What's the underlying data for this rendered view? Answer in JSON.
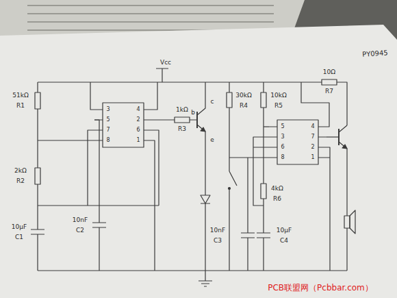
{
  "diagram": {
    "labels": [
      "Vcc",
      "PY0945",
      "51kΩ",
      "R1",
      "2kΩ",
      "R2",
      "10μF",
      "C1",
      "10nF",
      "C2",
      "1kΩ",
      "R3",
      "b",
      "c",
      "e",
      "30kΩ",
      "R4",
      "10kΩ",
      "R5",
      "10Ω",
      "R7",
      "4kΩ",
      "R6",
      "10nF",
      "C3",
      "10μF",
      "C4",
      "3",
      "5",
      "7",
      "8",
      "4",
      "2",
      "6",
      "1",
      "5",
      "3",
      "6",
      "8",
      "4",
      "7",
      "2",
      "1",
      "PCB联盟网（Pcbbar.com）"
    ]
  }
}
